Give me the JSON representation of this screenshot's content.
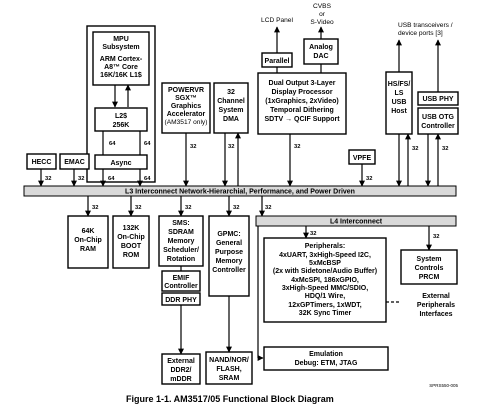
{
  "caption": "Figure 1-1.  AM3517/05 Functional Block Diagram",
  "doc_ref": "SPRS550-005",
  "external_labels": {
    "lcd_panel": "LCD Panel",
    "cvbs": [
      "CVBS",
      "or",
      "S-Video"
    ],
    "usb_ports": [
      "USB transceivers /",
      "device ports [3]"
    ]
  },
  "blocks": {
    "mpu": [
      "MPU",
      "Subsystem",
      "",
      "ARM Cortex-",
      "A8™ Core",
      "16K/16K L1$"
    ],
    "l2": [
      "L2$",
      "256K"
    ],
    "sgx": [
      "POWERVR",
      "SGX™",
      "Graphics",
      "Accelerator",
      "(AM3517 only)"
    ],
    "dma": [
      "32",
      "Channel",
      "System",
      "DMA"
    ],
    "display": [
      "Dual Output 3-Layer",
      "Display Processor",
      "(1xGraphics, 2xVideo)",
      "Temporal Dithering",
      "SDTV → QCIF Support"
    ],
    "parallel": "Parallel",
    "dac": [
      "Analog",
      "DAC"
    ],
    "usb_host": [
      "HS/FS/",
      "LS",
      "USB",
      "Host"
    ],
    "usb_phy": "USB PHY",
    "usb_otg": [
      "USB OTG",
      "Controller"
    ],
    "hecc": "HECC",
    "emac": "EMAC",
    "async": "Async",
    "vpfe": "VPFE",
    "l3_bar": "L3 Interconnect Network-Hierarchial, Performance, and Power Driven",
    "l4_bar": "L4 Interconnect",
    "ram": [
      "64K",
      "On-Chip",
      "RAM"
    ],
    "rom": [
      "132K",
      "On-Chip",
      "BOOT",
      "ROM"
    ],
    "sms": [
      "SMS:",
      "SDRAM",
      "Memory",
      "Scheduler/",
      "Rotation"
    ],
    "emif": [
      "EMIF",
      "Controller"
    ],
    "ddr_phy": "DDR PHY",
    "ext_ddr": [
      "External",
      "DDR2/",
      "mDDR"
    ],
    "gpmc": [
      "GPMC:",
      "General",
      "Purpose",
      "Memory",
      "Controller"
    ],
    "nand": [
      "NAND/NOR/",
      "FLASH,",
      "SRAM"
    ],
    "peripherals": [
      "Peripherals:",
      "4xUART, 3xHigh-Speed I2C,",
      "5xMcBSP",
      "(2x with Sidetone/Audio Buffer)",
      "4xMcSPI, 186xGPIO,",
      "3xHigh-Speed MMC/SDIO,",
      "HDQ/1 Wire,",
      "12xGPTimers, 1xWDT,",
      "32K Sync Timer"
    ],
    "system_controls": [
      "System",
      "Controls",
      "PRCM"
    ],
    "ext_periph": [
      "External",
      "Peripherals",
      "Interfaces"
    ],
    "emulation": [
      "Emulation",
      "Debug: ETM, JTAG"
    ]
  },
  "bus_widths": {
    "w64": "64",
    "w32": "32"
  }
}
